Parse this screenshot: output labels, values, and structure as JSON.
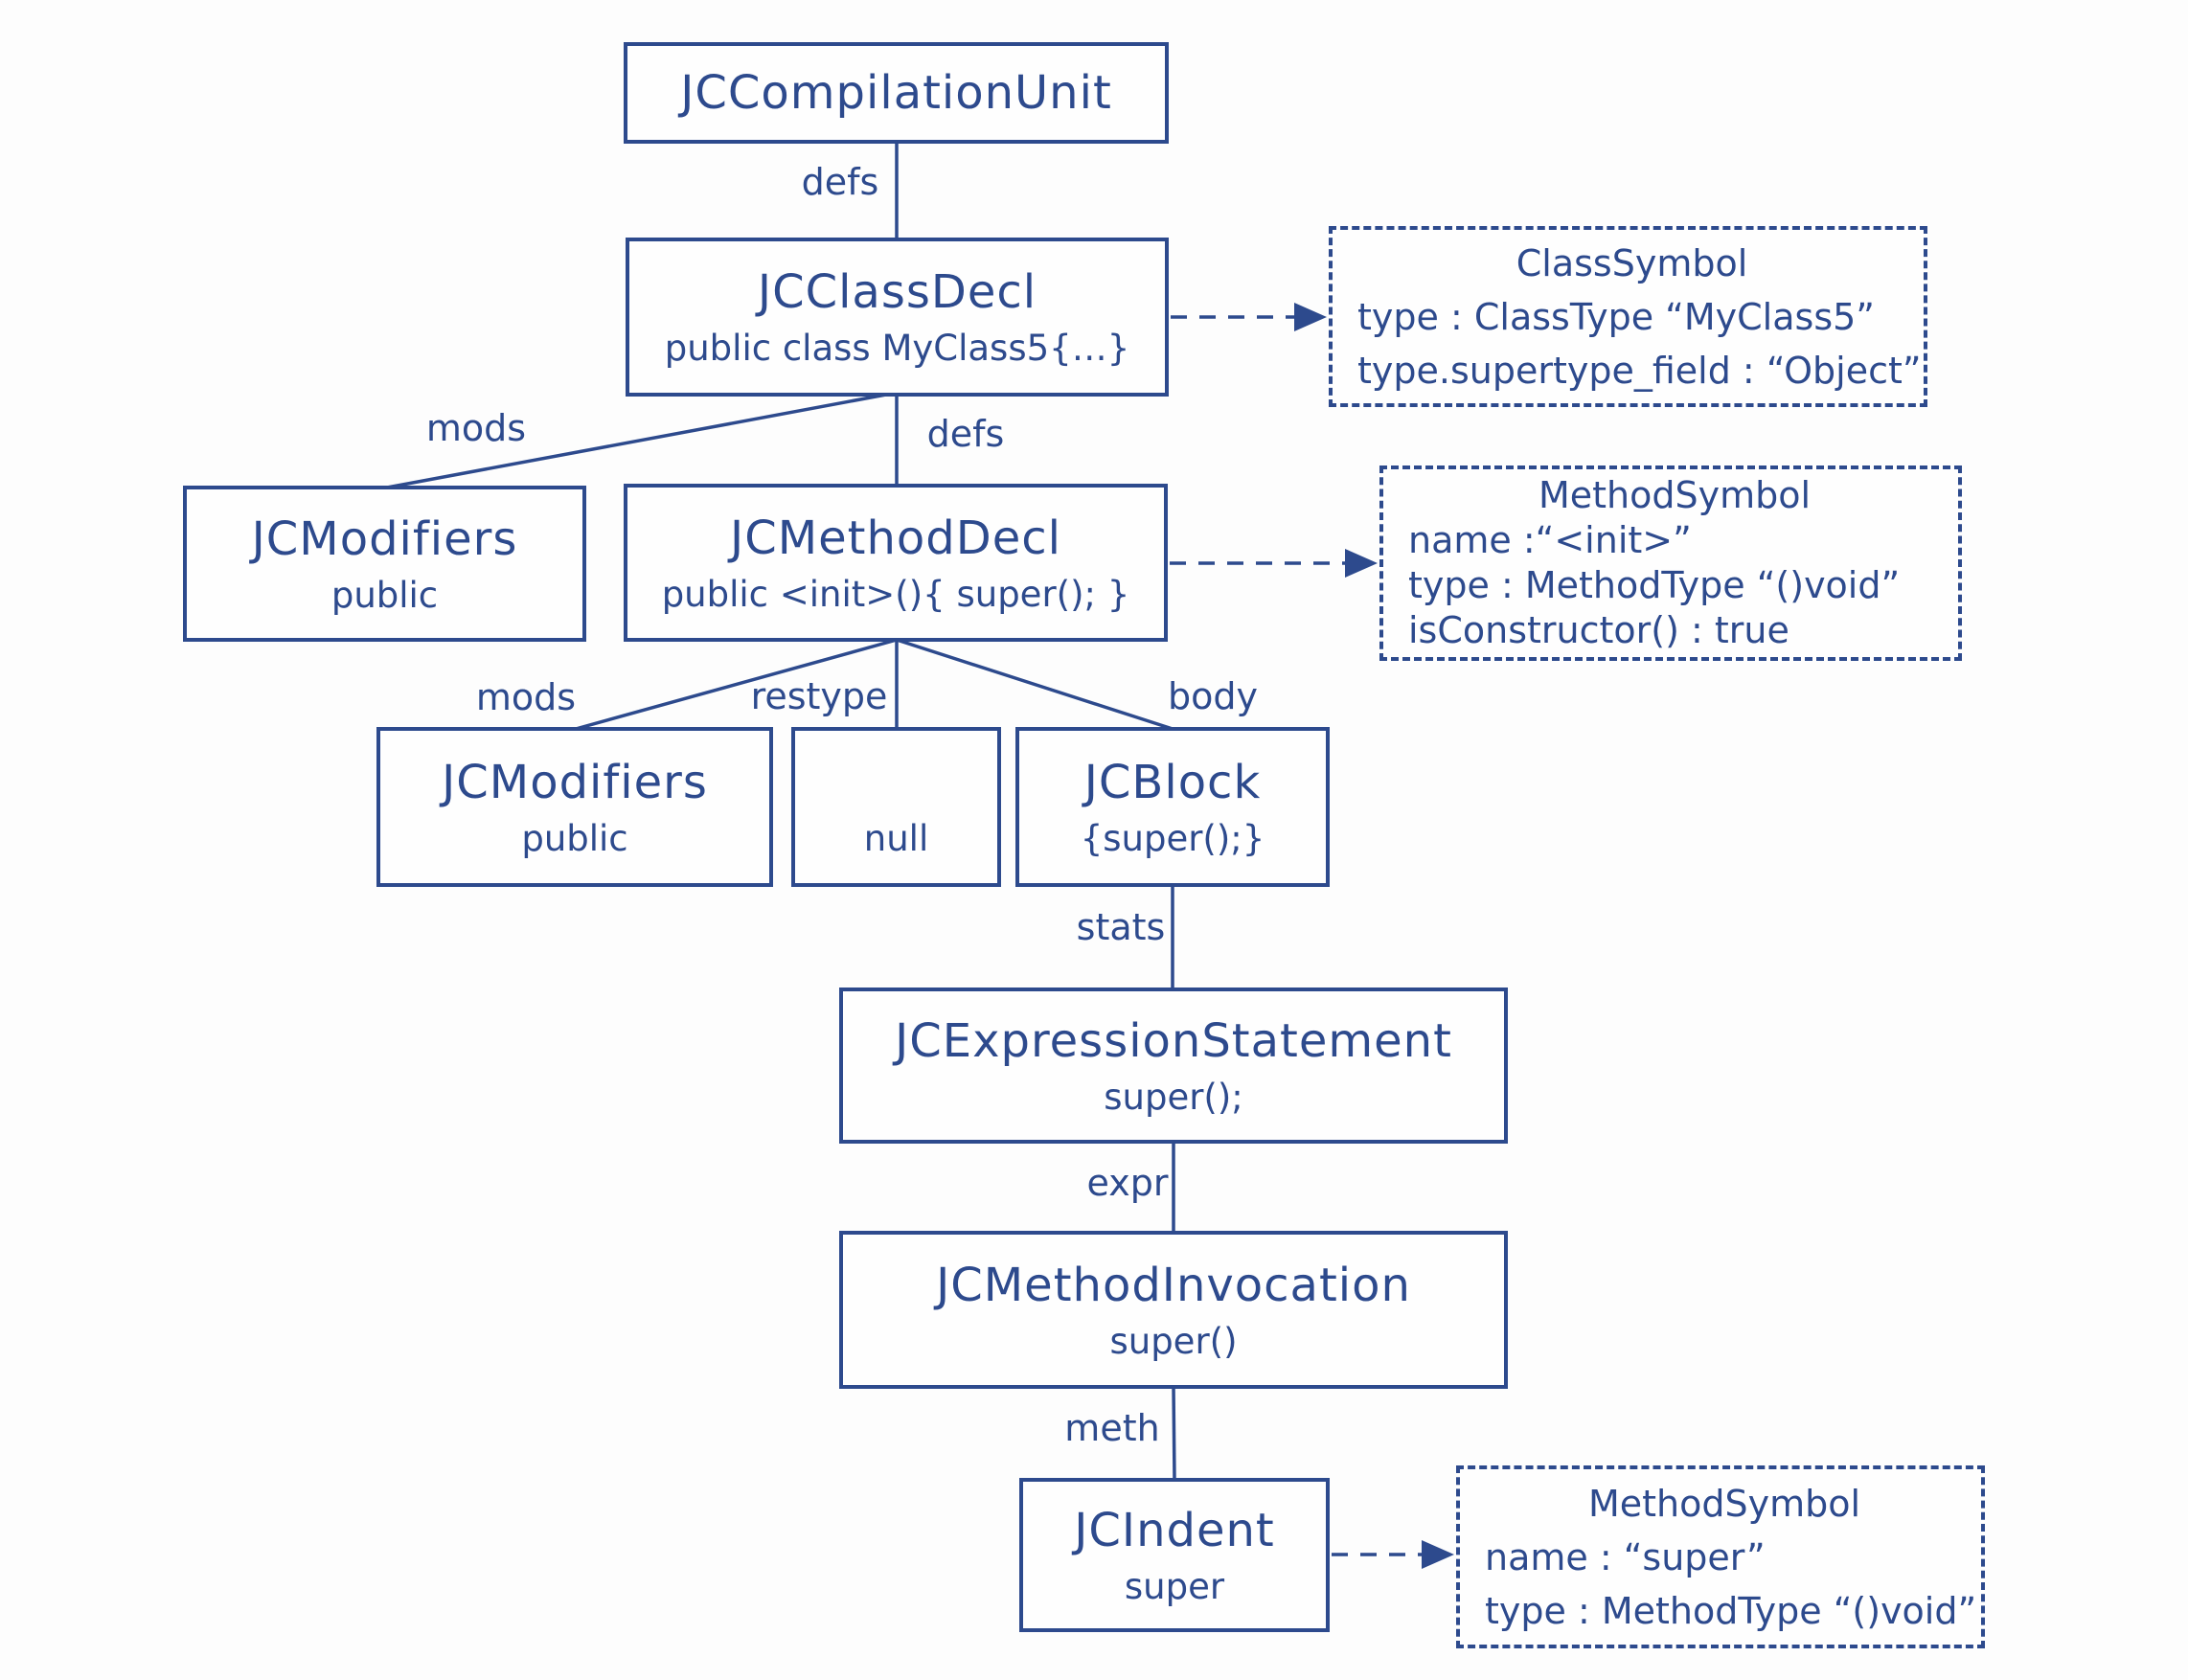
{
  "diagram": {
    "accent_color": "#2d4a8d",
    "background_color": "#fdfdfd",
    "nodes": {
      "compilation_unit": {
        "title": "JCCompilationUnit"
      },
      "class_decl": {
        "title": "JCClassDecl",
        "subtitle": "public class MyClass5{…}"
      },
      "modifiers_class": {
        "title": "JCModifiers",
        "subtitle": "public"
      },
      "method_decl": {
        "title": "JCMethodDecl",
        "subtitle": "public <init>(){ super(); }"
      },
      "modifiers_method": {
        "title": "JCModifiers",
        "subtitle": "public"
      },
      "null_node": {
        "title": "",
        "subtitle": "null"
      },
      "block": {
        "title": "JCBlock",
        "subtitle": "{super();}"
      },
      "expression_statement": {
        "title": "JCExpressionStatement",
        "subtitle": "super();"
      },
      "method_invocation": {
        "title": "JCMethodInvocation",
        "subtitle": "super()"
      },
      "indent": {
        "title": "JCIndent",
        "subtitle": "super"
      }
    },
    "symbols": {
      "class_symbol": {
        "title": "ClassSymbol",
        "lines": [
          "type : ClassType  “MyClass5”",
          "type.supertype_field :  “Object”"
        ]
      },
      "method_symbol_init": {
        "title": "MethodSymbol",
        "lines": [
          "name :“<init>”",
          "type : MethodType “()void”",
          "isConstructor() : true"
        ]
      },
      "method_symbol_super": {
        "title": "MethodSymbol",
        "lines": [
          "name : “super”",
          "type : MethodType “()void”"
        ]
      }
    },
    "edges": {
      "defs_top": "defs",
      "defs_mid": "defs",
      "mods_class": "mods",
      "mods_method": "mods",
      "restype": "restype",
      "body": "body",
      "stats": "stats",
      "expr": "expr",
      "meth": "meth"
    }
  }
}
